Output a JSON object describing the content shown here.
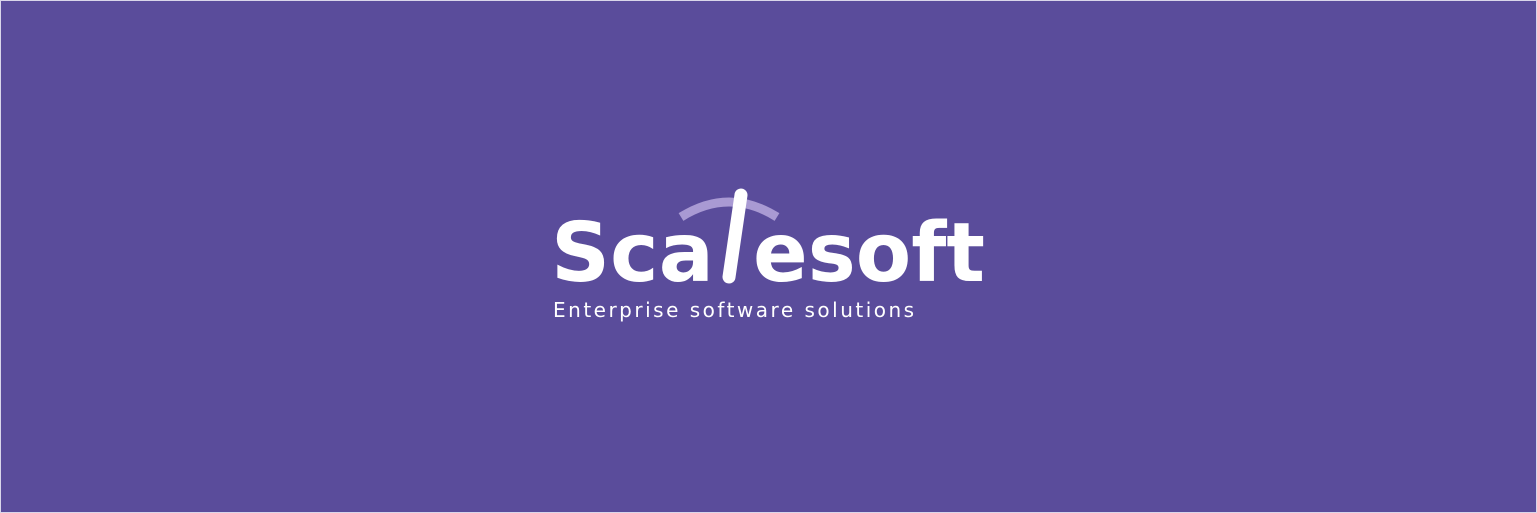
{
  "brand": {
    "name_part_1": "Sca",
    "name_part_2": "esoft",
    "full_name": "Scalesoft",
    "tagline": "Enterprise software solutions"
  },
  "colors": {
    "background": "#5a4c9b",
    "text": "#ffffff",
    "arc_accent": "#a99ad3"
  },
  "icons": {
    "logo_mark": "scale-arc-icon"
  }
}
